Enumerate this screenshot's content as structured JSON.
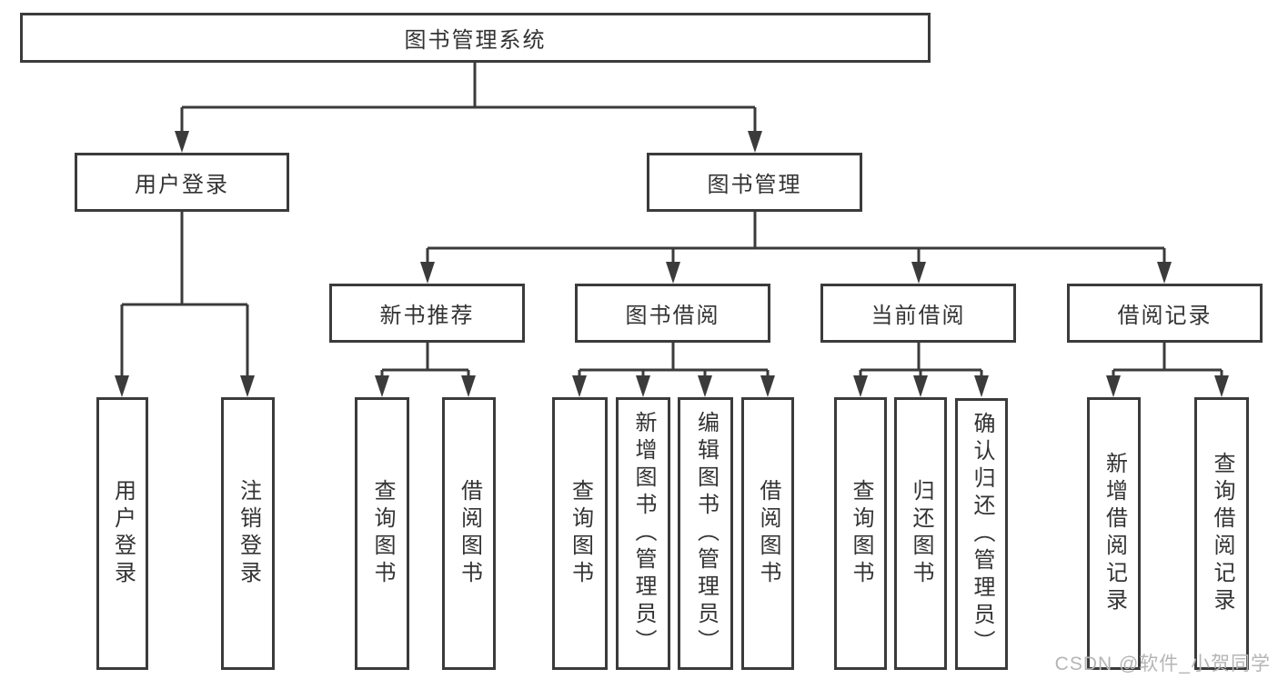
{
  "diagram_type": "hierarchy-tree",
  "tree": {
    "label": "图书管理系统",
    "children": [
      {
        "label": "用户登录",
        "children": [
          {
            "label": "用户登录"
          },
          {
            "label": "注销登录"
          }
        ]
      },
      {
        "label": "图书管理",
        "children": [
          {
            "label": "新书推荐",
            "children": [
              {
                "label": "查询图书"
              },
              {
                "label": "借阅图书"
              }
            ]
          },
          {
            "label": "图书借阅",
            "children": [
              {
                "label": "查询图书"
              },
              {
                "label": "新增图书（管理员）"
              },
              {
                "label": "编辑图书（管理员）"
              },
              {
                "label": "借阅图书"
              }
            ]
          },
          {
            "label": "当前借阅",
            "children": [
              {
                "label": "查询图书"
              },
              {
                "label": "归还图书"
              },
              {
                "label": "确认归还（管理员）"
              }
            ]
          },
          {
            "label": "借阅记录",
            "children": [
              {
                "label": "新增借阅记录"
              },
              {
                "label": "查询借阅记录"
              }
            ]
          }
        ]
      }
    ]
  },
  "watermark": {
    "text": "CSDN @软件_小贺同学"
  },
  "colors": {
    "line": "#3b3b3b",
    "box_border": "#3b3b3b",
    "box_fill": "#ffffff",
    "text": "#333333",
    "watermark": "#b5b5b5"
  }
}
